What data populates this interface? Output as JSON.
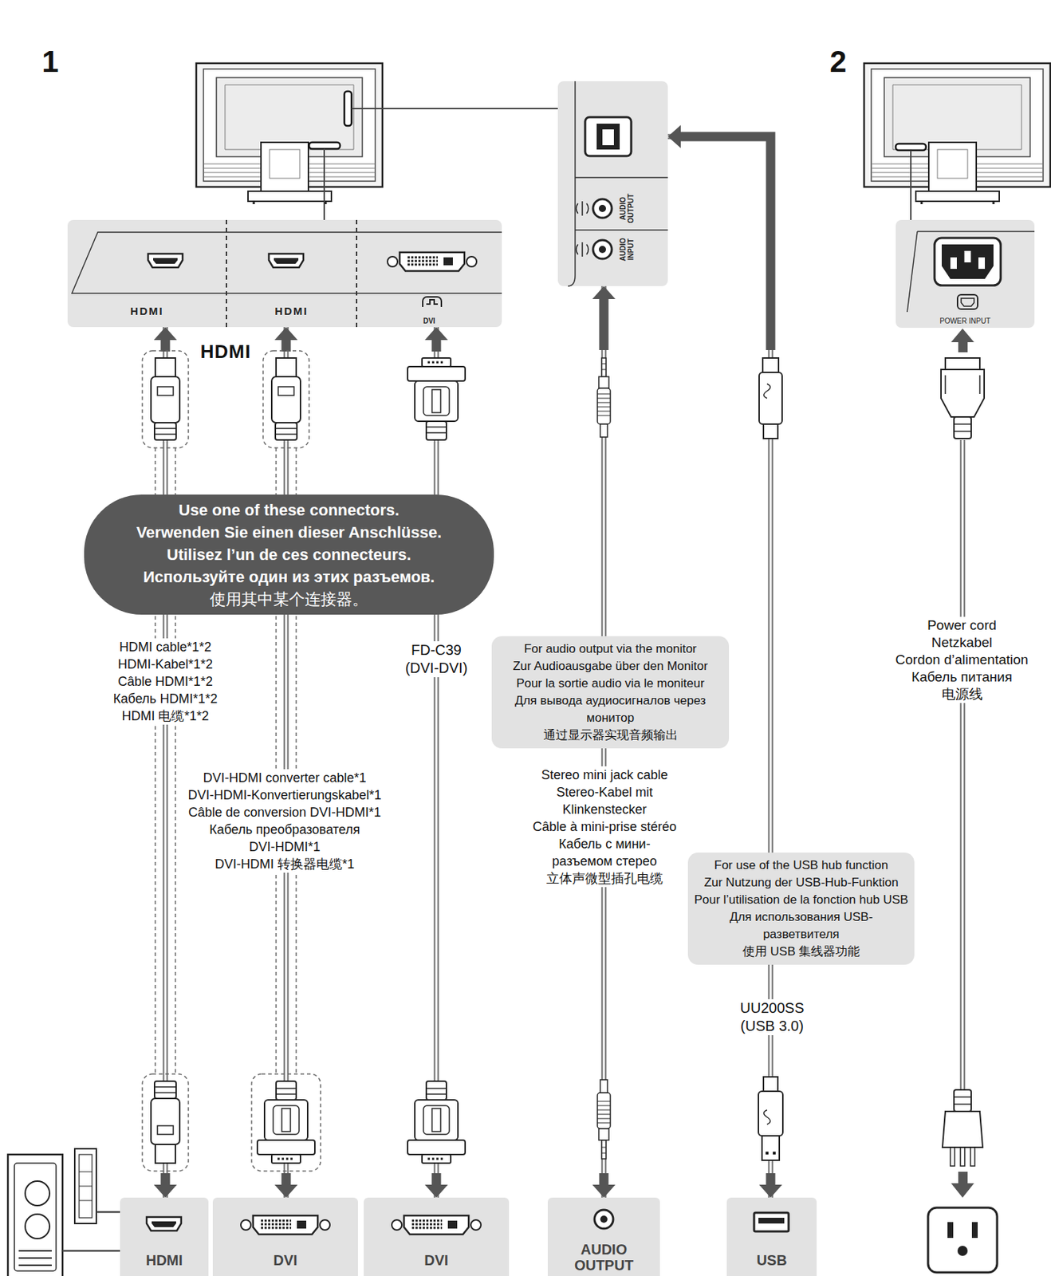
{
  "diagram": {
    "nodes": [
      {
        "text": []
      },
      {
        "text": [
          "HDMI"
        ],
        "in": 0
      },
      {
        "text": [
          "HDMI"
        ],
        "in": 0
      },
      {
        "text": [
          "DVI"
        ],
        "in": 0
      },
      {
        "text": [
          "AUDIO OUTPUT",
          "AUDIO INPUT"
        ]
      },
      {
        "text": [
          "POWER INPUT"
        ]
      },
      {
        "text": [
          "Use one of these connectors.",
          "Verwenden Sie einen dieser Anschlüsse.",
          "Utilisez l’un de ces connecteurs.",
          "Используйте один из этих разъемов.",
          "使用其中某个连接器。"
        ]
      },
      {
        "text": [
          "For audio output via the monitor",
          "Zur Audioausgabe über den Monitor",
          "Pour la sortie audio via le moniteur",
          "Для вывода аудиосигналов через монитор",
          "通过显示器实现音频输出"
        ]
      },
      {
        "text": [
          "For use of the USB hub function",
          "Zur Nutzung der USB-Hub-Funktion",
          "Pour l’utilisation de la fonction hub USB",
          "Для использования USB-разветвителя",
          "使用 USB 集线器功能"
        ]
      },
      {
        "text": [
          "HDMI"
        ]
      },
      {
        "text": [
          "DVI"
        ]
      },
      {
        "text": [
          "DVI"
        ]
      },
      {
        "text": [
          "AUDIO OUTPUT"
        ]
      },
      {
        "text": [
          "USB"
        ]
      }
    ],
    "edges": [
      {
        "from": 9,
        "to": 1,
        "arrow": "both"
      },
      {
        "from": 10,
        "to": 2,
        "arrow": "both"
      },
      {
        "from": 11,
        "to": 3,
        "arrow": "both"
      },
      {
        "from": 12,
        "to": 4,
        "arrow": "both"
      },
      {
        "from": 13,
        "to": 4,
        "arrow": "both"
      }
    ],
    "labels": [
      "1",
      "2",
      "HDMI",
      "HDMI cable*1*2",
      "HDMI-Kabel*1*2",
      "Câble HDMI*1*2",
      "Кабель HDMI*1*2",
      "HDMI 电缆*1*2",
      "DVI-HDMI converter cable*1",
      "DVI-HDMI-Konvertierungskabel*1",
      "Câble de conversion DVI-HDMI*1",
      "Кабель преобразователя DVI-HDMI*1",
      "DVI-HDMI 转换器电缆*1",
      "FD-C39 (DVI-DVI)",
      "Stereo mini jack cable",
      "Stereo-Kabel mit Klinkenstecker",
      "Câble à mini-prise stéréo",
      "Кабель с мини-разъемом стерео",
      "立体声微型插孔电缆",
      "UU200SS (USB 3.0)",
      "Power cord",
      "Netzkabel",
      "Cordon d’alimentation",
      "Кабель питания",
      "电源线"
    ]
  }
}
